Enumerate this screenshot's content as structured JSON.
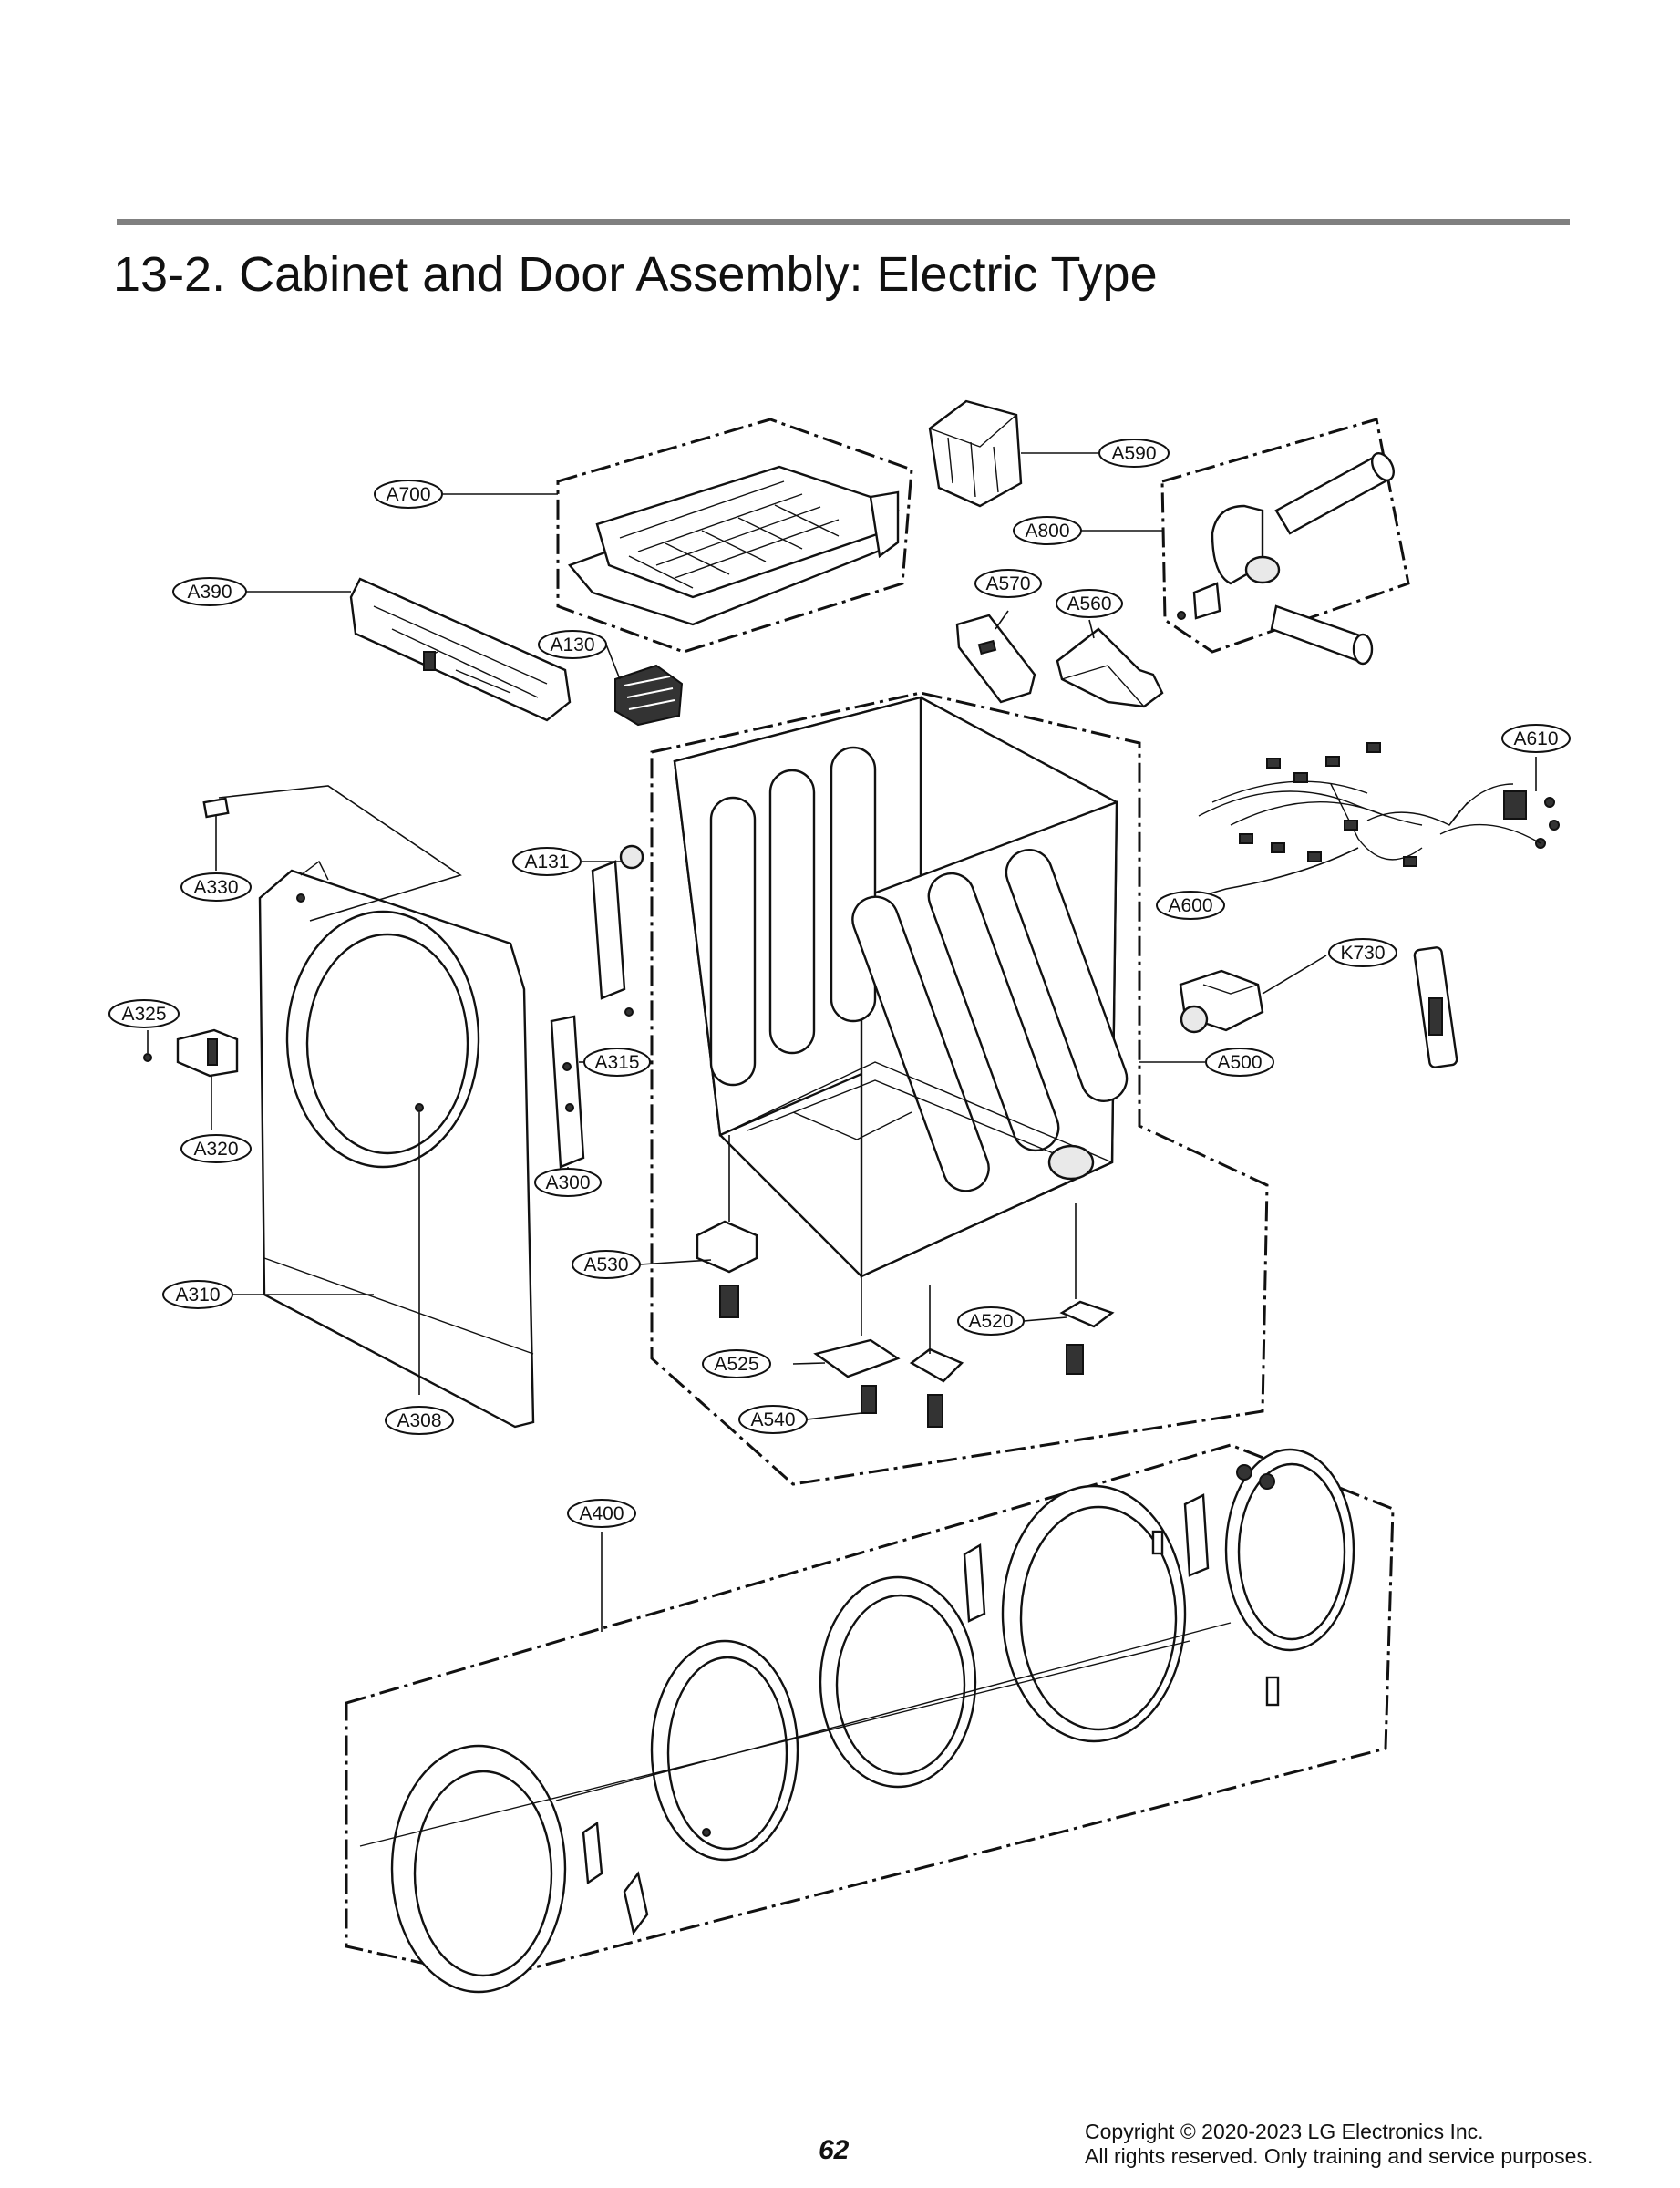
{
  "header": {
    "section_number": "13-2.",
    "title": "Cabinet and Door Assembly: Electric Type"
  },
  "callouts": {
    "A700": "A700",
    "A590": "A590",
    "A800": "A800",
    "A390": "A390",
    "A570": "A570",
    "A560": "A560",
    "A130": "A130",
    "A610": "A610",
    "A330": "A330",
    "A131": "A131",
    "A600": "A600",
    "K730": "K730",
    "A325": "A325",
    "A315": "A315",
    "A500": "A500",
    "A320": "A320",
    "A300": "A300",
    "A530": "A530",
    "A310": "A310",
    "A520": "A520",
    "A525": "A525",
    "A540": "A540",
    "A308": "A308",
    "A400": "A400"
  },
  "footer": {
    "page_number": "62",
    "copyright_line1": "Copyright © 2020-2023  LG Electronics Inc.",
    "copyright_line2": "All rights reserved. Only training and service purposes."
  }
}
